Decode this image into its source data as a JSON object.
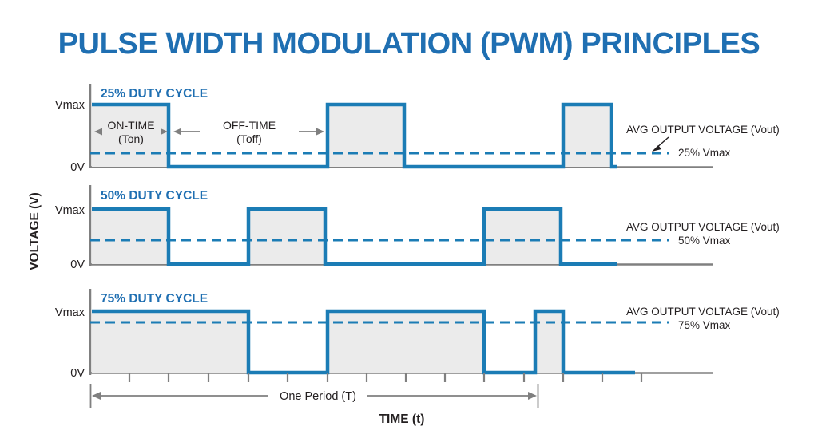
{
  "title": "PULSE WIDTH MODULATION (PWM) PRINCIPLES",
  "axes": {
    "ylabel": "VOLTAGE (V)",
    "xlabel": "TIME (t)",
    "ytick_high": "Vmax",
    "ytick_low": "0V",
    "period_label": "One Period (T)"
  },
  "annotations": {
    "on_time_line1": "ON-TIME",
    "on_time_line2": "(Ton)",
    "off_time_line1": "OFF-TIME",
    "off_time_line2": "(Toff)",
    "avg_voltage_label": "AVG OUTPUT VOLTAGE (Vout)"
  },
  "colors": {
    "title_blue": "#1F6FB2",
    "wave_blue": "#1B7CB5",
    "dash_blue": "#1B7CB5",
    "fill_gray": "#EBEBEB",
    "axis_gray": "#808080",
    "text_black": "#231F20"
  },
  "chart_data": {
    "type": "line",
    "title": "PULSE WIDTH MODULATION (PWM) PRINCIPLES",
    "xlabel": "TIME (t)",
    "ylabel": "VOLTAGE (V)",
    "ytick_labels": [
      "0V",
      "Vmax"
    ],
    "ylim": [
      0,
      1
    ],
    "grid": false,
    "period_ticks": 12,
    "series": [
      {
        "name": "25% DUTY CYCLE",
        "duty_cycle_pct": 25,
        "avg_label": "25% Vmax",
        "avg_level": 0.25,
        "pulses": [
          {
            "start_pct": 0.0,
            "end_pct": 25.0
          },
          {
            "start_pct": 50.0,
            "end_pct": 75.0
          },
          {
            "start_pct": 100.0,
            "end_pct": 125.0
          }
        ]
      },
      {
        "name": "50% DUTY CYCLE",
        "duty_cycle_pct": 50,
        "avg_label": "50% Vmax",
        "avg_level": 0.5,
        "pulses": [
          {
            "start_pct": 0.0,
            "end_pct": 25.0
          },
          {
            "start_pct": 50.0,
            "end_pct": 75.0
          },
          {
            "start_pct": 100.0,
            "end_pct": 125.0
          }
        ]
      },
      {
        "name": "75% DUTY CYCLE",
        "duty_cycle_pct": 75,
        "avg_label": "75% Vmax",
        "avg_level": 0.75,
        "pulses": [
          {
            "start_pct": 0.0,
            "end_pct": 37.5
          },
          {
            "start_pct": 50.0,
            "end_pct": 87.5
          },
          {
            "start_pct": 100.0,
            "end_pct": 112.5
          }
        ]
      }
    ]
  },
  "rows": [
    {
      "heading": "25% DUTY CYCLE",
      "avg_text": "AVG OUTPUT VOLTAGE (Vout)",
      "avg_value": "25% Vmax"
    },
    {
      "heading": "50% DUTY CYCLE",
      "avg_text": "AVG OUTPUT VOLTAGE (Vout)",
      "avg_value": "50% Vmax"
    },
    {
      "heading": "75% DUTY CYCLE",
      "avg_text": "AVG OUTPUT VOLTAGE (Vout)",
      "avg_value": "75% Vmax"
    }
  ]
}
